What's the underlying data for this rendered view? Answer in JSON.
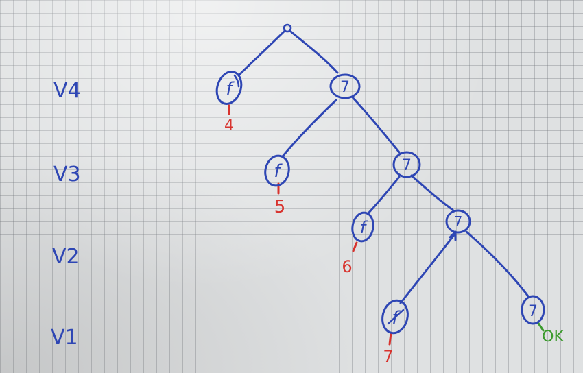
{
  "levels": [
    "V4",
    "V3",
    "V2",
    "V1"
  ],
  "nodes": {
    "root": "",
    "l4_left": "f",
    "l4_right": "7",
    "l3_left": "f",
    "l3_right": "7",
    "l2_left": "f",
    "l2_right": "7",
    "l1_left": "f",
    "l1_right": "7"
  },
  "results": [
    "4",
    "5",
    "6",
    "7",
    "OK"
  ],
  "colors": {
    "ink_blue": "#2e46b4",
    "ink_red": "#d8332e",
    "ink_green": "#3a9a2c"
  }
}
